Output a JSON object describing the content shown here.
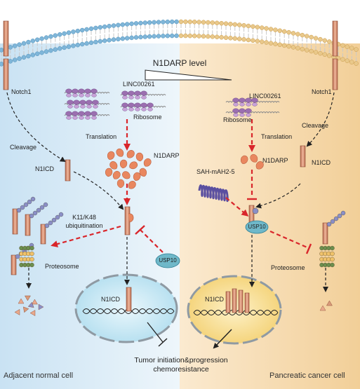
{
  "title": "N1DARP level",
  "left": {
    "notch1": "Notch1",
    "cleavage": "Cleavage",
    "n1icd": "N1ICD",
    "lincrna": "LINC00261",
    "ribosome": "Ribosome",
    "translation": "Translation",
    "n1darp": "N1DARP",
    "ubiquitination": [
      "K11/K48",
      "ubiquitination"
    ],
    "usp10": "USP10",
    "proteosome": "Proteosome",
    "nucleus_n1icd": "N1ICD",
    "cell_label": "Adjacent normal cell"
  },
  "right": {
    "notch1": "Notch1",
    "cleavage": "Cleavage",
    "n1icd": "N1ICD",
    "lincrna": "LINC00261",
    "ribosome": "Ribosome",
    "translation": "Translation",
    "n1darp": "N1DARP",
    "peptide": "SAH-mAH2-5",
    "usp10": "USP10",
    "proteosome": "Proteosome",
    "nucleus_n1icd": "N1ICD",
    "cell_label": "Pancreatic cancer cell"
  },
  "outcome": [
    "Tumor initiation&progression",
    "chemoresistance"
  ],
  "colors": {
    "left_bg": "#d6e9f5",
    "right_bg": "#f4d7a8",
    "membrane_left": "#7fb6d9",
    "membrane_right": "#e9c88a",
    "notch": "#d99a7a",
    "ribosome": "#9b6fb0",
    "n1darp": "#e9875f",
    "usp10": "#6fb8c9",
    "arrow_red": "#d9262b",
    "nucleus_left": "#bde4f1",
    "nucleus_right": "#f6d58a"
  }
}
